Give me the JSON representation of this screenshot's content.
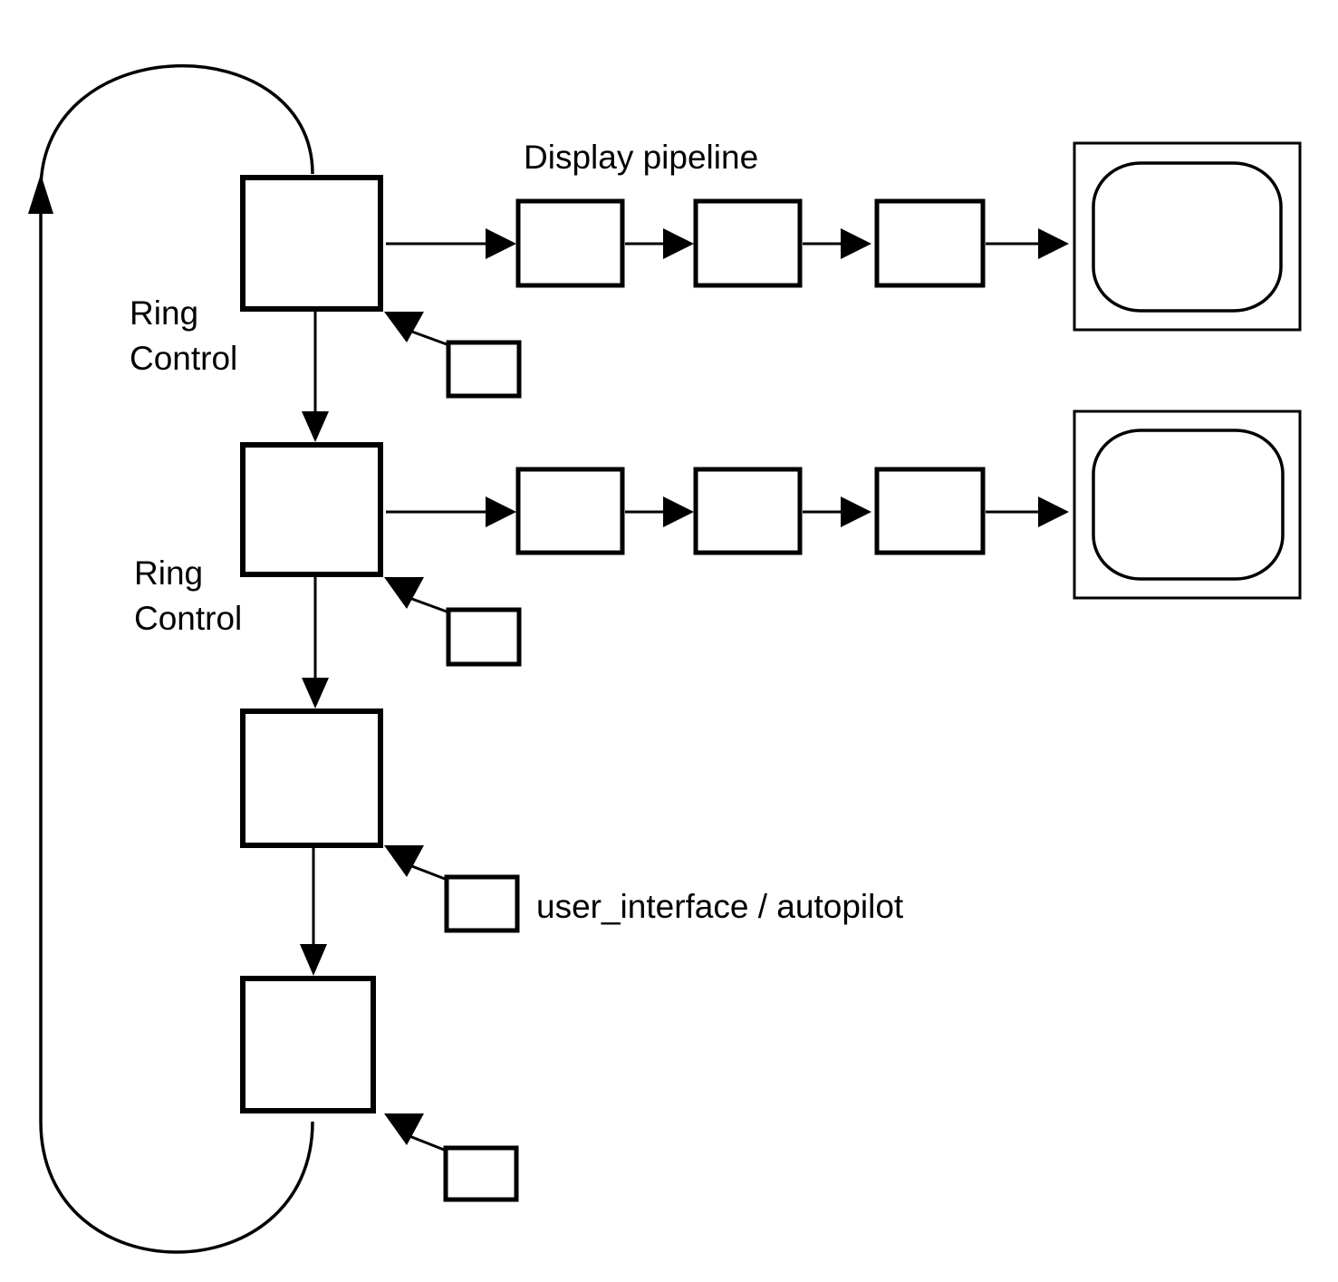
{
  "labels": {
    "display_pipeline": "Display pipeline",
    "ring_control_1_line1": "Ring",
    "ring_control_1_line2": "Control",
    "ring_control_2_line1": "Ring",
    "ring_control_2_line2": "Control",
    "user_interface": "user_interface / autopilot"
  },
  "structure": {
    "ring_nodes": 4,
    "pipelines": 2,
    "stages_per_pipeline": 3,
    "monitors": 2,
    "loop": "ring closes from bottom node back to top node"
  },
  "colors": {
    "stroke": "#000000",
    "background": "#ffffff"
  }
}
